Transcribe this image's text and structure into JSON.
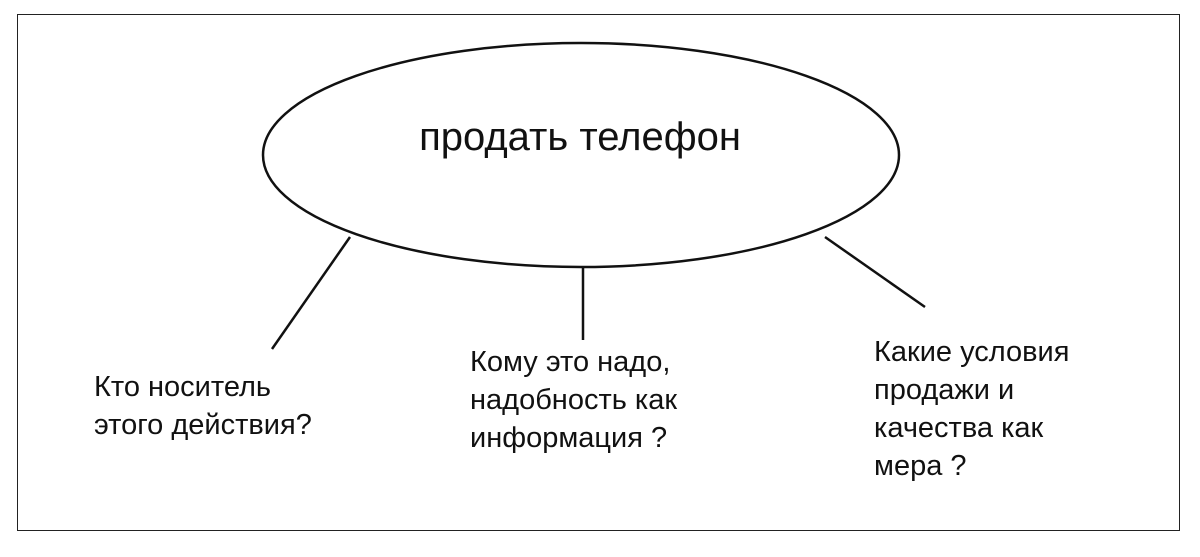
{
  "center": {
    "label": "продать телефон"
  },
  "branches": [
    {
      "lines": [
        "Кто носитель",
        "этого действия?"
      ]
    },
    {
      "lines": [
        "Кому это надо,",
        "надобность как",
        "информация ?"
      ]
    },
    {
      "lines": [
        "Какие условия",
        "продажи и",
        "качества как",
        "мера ?"
      ]
    }
  ],
  "colors": {
    "stroke": "#111111",
    "background": "#ffffff"
  }
}
